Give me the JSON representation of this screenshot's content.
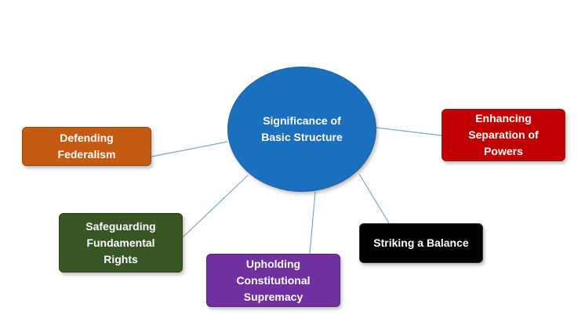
{
  "diagram": {
    "hub": {
      "lines": [
        "Significance of",
        "Basic Structure"
      ],
      "color": "#1a6fbf"
    },
    "nodes": [
      {
        "id": "federalism",
        "lines": [
          "Defending",
          "Federalism"
        ],
        "color": "#c55a11"
      },
      {
        "id": "separation",
        "lines": [
          "Enhancing",
          "Separation of",
          "Powers"
        ],
        "color": "#c00000"
      },
      {
        "id": "rights",
        "lines": [
          "Safeguarding",
          "Fundamental",
          "Rights"
        ],
        "color": "#375623"
      },
      {
        "id": "balance",
        "lines": [
          "Striking a Balance"
        ],
        "color": "#000000"
      },
      {
        "id": "supremacy",
        "lines": [
          "Upholding",
          "Constitutional",
          "Supremacy"
        ],
        "color": "#7030a0"
      }
    ],
    "connector_color": "#7ea6d0"
  }
}
